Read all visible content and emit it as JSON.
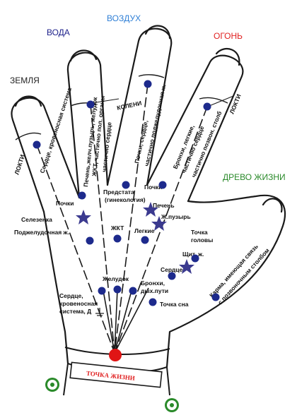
{
  "elements": {
    "water": "ВОДА",
    "air": "ВОЗДУХ",
    "fire": "ОГОНЬ",
    "earth": "ЗЕМЛЯ",
    "tree_of_life": "ДРЕВО ЖИЗНИ"
  },
  "fingers": {
    "little": {
      "organs": "Сердце, кровеносная система",
      "joint": "ЛОКТИ"
    },
    "ring": {
      "organs_1": "Печень,желч.пузырь, желудок",
      "organs_2": "ЖКТ, частично пол. органы",
      "organs_3": "частично сердце",
      "joint": "КОЛЕНИ"
    },
    "middle": {
      "organs_1": "Почки, сердце,",
      "organs_2": "частично поджелудочная ж."
    },
    "index": {
      "organs_1": "Бронхи, легкие,",
      "organs_2": "частично сердце",
      "organs_3": "частично позвон. столб",
      "joint": "ЛОКТИ"
    }
  },
  "palm_labels": {
    "kidneys_left": "Почки",
    "prostate_1": "Предстата",
    "prostate_2": "(гинекология)",
    "kidneys_right": "Почки",
    "spleen": "Селезенка",
    "liver": "Печень",
    "gallbladder": "Ж.пузырь",
    "pancreas": "Поджелудочная ж.",
    "gi_tract": "ЖКТ",
    "lungs": "Легкие",
    "head_point_1": "Точка",
    "head_point_2": "головы",
    "thyroid": "Щит. ж.",
    "heart": "Сердце",
    "stomach": "Желудок",
    "cardio_1": "Сердце,",
    "cardio_2": "кровеносная",
    "cardio_3": "система, Д",
    "bronchi_1": "Бронхи,",
    "bronchi_2": "дых.пути",
    "sleep_point": "Точка сна",
    "karma_1": "Карма, имеющая связь",
    "karma_2": "с позвоночным столбом",
    "life_point": "ТОЧКА ЖИЗНИ"
  },
  "colors": {
    "outline": "#1a1a1a",
    "dot": "#1d2a8c",
    "star": "#3b3a8f",
    "life_dot": "#e01515",
    "water": "#1c1f8a",
    "air": "#2f7fd6",
    "fire": "#e02020",
    "earth": "#222222",
    "tree": "#2a8a2a"
  }
}
